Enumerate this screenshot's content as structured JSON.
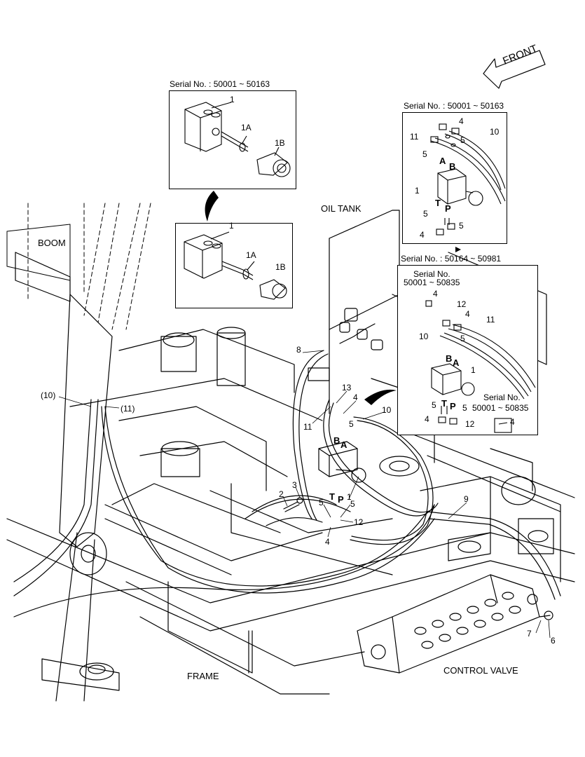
{
  "front_label": "FRONT",
  "inset_top_left": {
    "serial": "Serial No. : 50001 ~ 50163",
    "part": "1",
    "sub_a": "1A",
    "sub_b": "1B"
  },
  "inset_mid_left": {
    "part": "1",
    "sub_a": "1A",
    "sub_b": "1B"
  },
  "inset_top_right": {
    "serial": "Serial No. : 50001 ~ 50163",
    "labels": [
      "4",
      "11",
      "5",
      "10",
      "5",
      "A",
      "B",
      "1",
      "T",
      "P",
      "5",
      "5",
      "4"
    ]
  },
  "inset_right": {
    "serial": "Serial No. : 50164 ~ 50981",
    "sub_serial_line1": "Serial No.",
    "sub_serial_line2": "50001 ~ 50835",
    "sub_serial_b_line1": "Serial No.",
    "sub_serial_b_line2": "50001 ~ 50835",
    "labels": [
      "4",
      "12",
      "4",
      "11",
      "10",
      "5",
      "B",
      "A",
      "1",
      "5",
      "T",
      "P",
      "5",
      "4",
      "12",
      "4"
    ]
  },
  "main": {
    "oil_tank": "OIL TANK",
    "boom": "BOOM",
    "frame": "FRAME",
    "control_valve": "CONTROL VALVE",
    "callouts": [
      "(10)",
      "(11)",
      "8",
      "13",
      "4",
      "10",
      "11",
      "5",
      "B",
      "A",
      "2",
      "3",
      "1",
      "5",
      "T",
      "P",
      "5",
      "12",
      "4",
      "9",
      "7",
      "6"
    ]
  }
}
